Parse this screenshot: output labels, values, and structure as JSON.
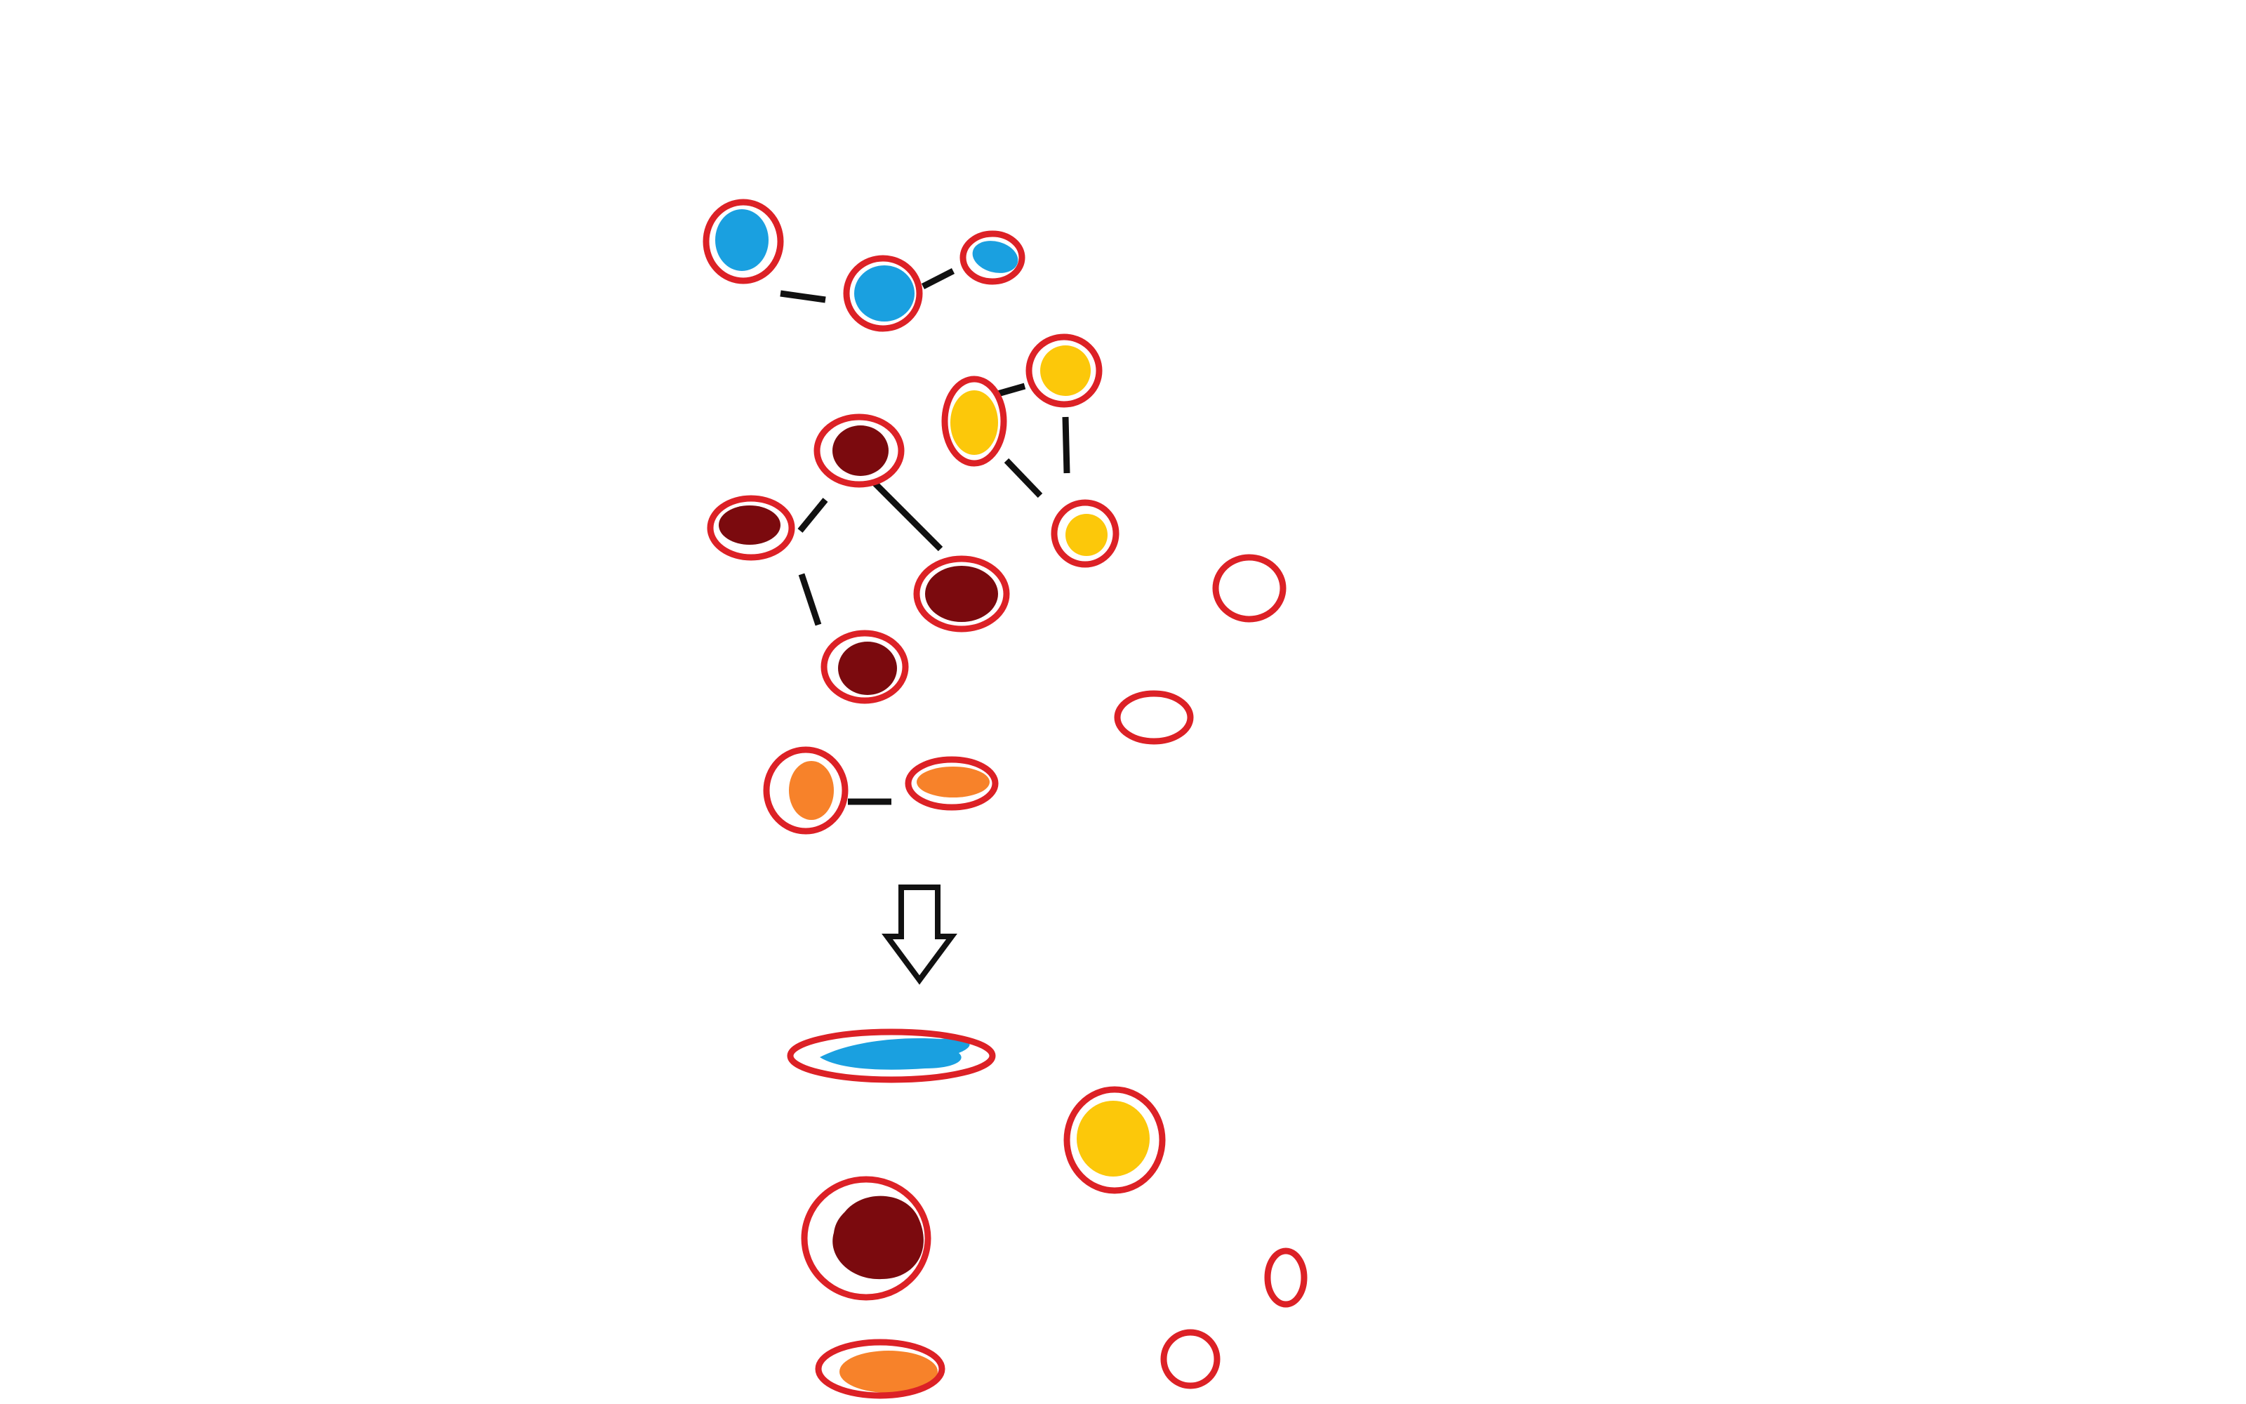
{
  "colors": {
    "background": "#ffffff",
    "outline": "#dc2126",
    "connector": "#111111",
    "arrow": "#111111",
    "blue": "#1aa0e0",
    "yellow": "#fcc80a",
    "dark_red": "#7b0a0e",
    "orange": "#f7822a",
    "empty": "#ffffff"
  },
  "groups": [
    {
      "name": "blue-group",
      "fill": "blue",
      "node_count": 3,
      "edge_count": 2
    },
    {
      "name": "yellow-group",
      "fill": "yellow",
      "node_count": 3,
      "edge_count": 3
    },
    {
      "name": "dark-red-group",
      "fill": "dark_red",
      "node_count": 4,
      "edge_count": 3
    },
    {
      "name": "orange-group",
      "fill": "orange",
      "node_count": 2,
      "edge_count": 1
    },
    {
      "name": "empty-group",
      "fill": "empty",
      "node_count": 2,
      "edge_count": 0
    }
  ],
  "arrow": {
    "direction": "down",
    "icon": "down-arrow-icon"
  },
  "merged": [
    {
      "name": "merged-blue",
      "fill": "blue"
    },
    {
      "name": "merged-yellow",
      "fill": "yellow"
    },
    {
      "name": "merged-dark-red",
      "fill": "dark_red"
    },
    {
      "name": "merged-orange",
      "fill": "orange"
    },
    {
      "name": "merged-empty-1",
      "fill": "empty"
    },
    {
      "name": "merged-empty-2",
      "fill": "empty"
    }
  ]
}
